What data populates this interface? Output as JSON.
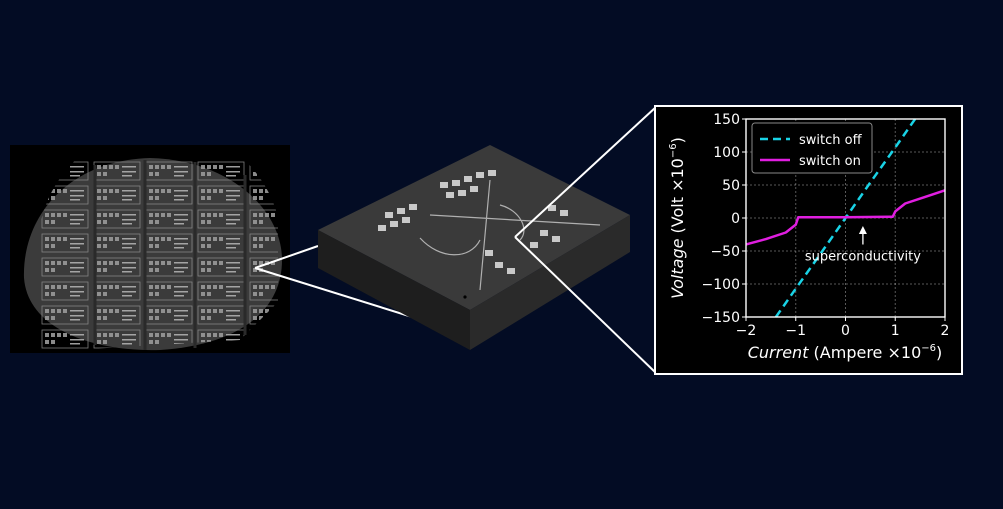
{
  "chart_data": {
    "type": "line",
    "xlabel_italic": "Current",
    "xlabel_rest": " (Ampere ×10",
    "xlabel_exp": "−6",
    "xlabel_close": ")",
    "ylabel_italic": "Voltage",
    "ylabel_rest": " (Volt ×10",
    "ylabel_exp": "−6",
    "ylabel_close": ")",
    "xlim": [
      -2,
      2
    ],
    "ylim": [
      -150,
      150
    ],
    "xticks": [
      -2,
      -1,
      0,
      1,
      2
    ],
    "xtick_labels": [
      "−2",
      "−1",
      "0",
      "1",
      "2"
    ],
    "yticks": [
      150,
      100,
      50,
      0,
      -50,
      -100,
      -150
    ],
    "ytick_labels": [
      "150",
      "100",
      "50",
      "0",
      "−50",
      "−100",
      "−150"
    ],
    "grid": true,
    "legend_position": "top-left",
    "series": [
      {
        "name": "switch off",
        "color": "#19d3e6",
        "style": "dashed",
        "x": [
          -1.4,
          -1.0,
          -0.5,
          0.0,
          0.5,
          1.0,
          1.4
        ],
        "y": [
          -150,
          -107,
          -54,
          0,
          54,
          107,
          150
        ]
      },
      {
        "name": "switch on",
        "color": "#e01ee0",
        "style": "solid",
        "x": [
          -2.0,
          -1.6,
          -1.2,
          -1.0,
          -0.95,
          0.0,
          0.95,
          1.0,
          1.2,
          1.6,
          2.0
        ],
        "y": [
          -40,
          -32,
          -22,
          -10,
          1,
          1,
          2,
          10,
          22,
          32,
          42
        ]
      }
    ],
    "annotation": {
      "text": "superconductivity",
      "x": 0.35,
      "y": -25
    }
  }
}
